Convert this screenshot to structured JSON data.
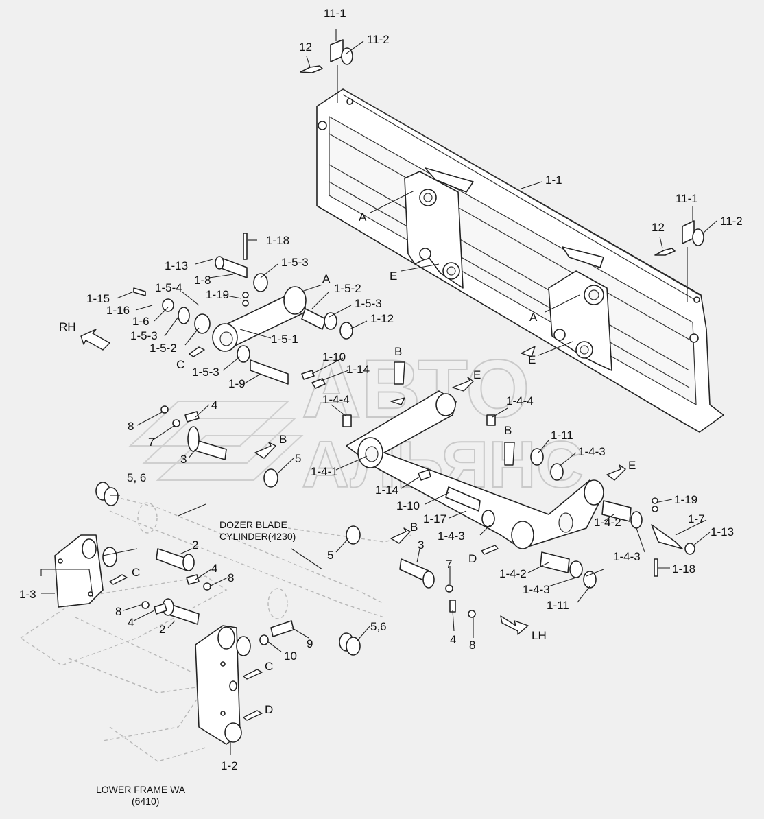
{
  "watermark": {
    "line1": "АВТО",
    "line2": "АЛЬЯНС"
  },
  "notes": {
    "cylinder_line1": "DOZER BLADE",
    "cylinder_line2": "CYLINDER(4230)",
    "frame_line1": "LOWER FRAME WA",
    "frame_line2": "(6410)"
  },
  "directions": {
    "rh": "RH",
    "lh": "LH"
  },
  "labels": [
    {
      "id": "l01",
      "text": "11-1"
    },
    {
      "id": "l02",
      "text": "11-2"
    },
    {
      "id": "l03",
      "text": "12"
    },
    {
      "id": "l04",
      "text": "1-1"
    },
    {
      "id": "l05",
      "text": "11-1"
    },
    {
      "id": "l06",
      "text": "11-2"
    },
    {
      "id": "l07",
      "text": "12"
    },
    {
      "id": "l08",
      "text": "A"
    },
    {
      "id": "l09",
      "text": "E"
    },
    {
      "id": "l10",
      "text": "A"
    },
    {
      "id": "l11",
      "text": "E"
    },
    {
      "id": "l12",
      "text": "1-18"
    },
    {
      "id": "l13",
      "text": "1-13"
    },
    {
      "id": "l14",
      "text": "1-5-3"
    },
    {
      "id": "l15",
      "text": "1-8"
    },
    {
      "id": "l16",
      "text": "A"
    },
    {
      "id": "l17",
      "text": "1-15"
    },
    {
      "id": "l18",
      "text": "1-19"
    },
    {
      "id": "l19",
      "text": "1-5-4"
    },
    {
      "id": "l20",
      "text": "1-5-2"
    },
    {
      "id": "l21",
      "text": "1-16"
    },
    {
      "id": "l22",
      "text": "1-5-3"
    },
    {
      "id": "l23",
      "text": "1-6"
    },
    {
      "id": "l24",
      "text": "1-12"
    },
    {
      "id": "l25",
      "text": "1-5-3"
    },
    {
      "id": "l26",
      "text": "1-5-1"
    },
    {
      "id": "l27",
      "text": "1-5-2"
    },
    {
      "id": "l28",
      "text": "C"
    },
    {
      "id": "l29",
      "text": "1-5-3"
    },
    {
      "id": "l30",
      "text": "1-10"
    },
    {
      "id": "l31",
      "text": "B"
    },
    {
      "id": "l32",
      "text": "1-14"
    },
    {
      "id": "l33",
      "text": "1-9"
    },
    {
      "id": "l34",
      "text": "E"
    },
    {
      "id": "l35",
      "text": "1-4-4"
    },
    {
      "id": "l36",
      "text": "1-4-4"
    },
    {
      "id": "l37",
      "text": "4"
    },
    {
      "id": "l38",
      "text": "8"
    },
    {
      "id": "l39",
      "text": "7"
    },
    {
      "id": "l40",
      "text": "B"
    },
    {
      "id": "l41",
      "text": "B"
    },
    {
      "id": "l42",
      "text": "1-11"
    },
    {
      "id": "l43",
      "text": "3"
    },
    {
      "id": "l44",
      "text": "1-4-3"
    },
    {
      "id": "l45",
      "text": "5"
    },
    {
      "id": "l46",
      "text": "E"
    },
    {
      "id": "l47",
      "text": "1-4-1"
    },
    {
      "id": "l48",
      "text": "5, 6"
    },
    {
      "id": "l49",
      "text": "1-14"
    },
    {
      "id": "l50",
      "text": "1-10"
    },
    {
      "id": "l51",
      "text": "1-19"
    },
    {
      "id": "l52",
      "text": "1-17"
    },
    {
      "id": "l53",
      "text": "1-7"
    },
    {
      "id": "l54",
      "text": "1-4-3"
    },
    {
      "id": "l55",
      "text": "1-4-2"
    },
    {
      "id": "l56",
      "text": "1-13"
    },
    {
      "id": "l57",
      "text": "B"
    },
    {
      "id": "l58",
      "text": "1-4-3"
    },
    {
      "id": "l59",
      "text": "2"
    },
    {
      "id": "l60",
      "text": "D"
    },
    {
      "id": "l61",
      "text": "5"
    },
    {
      "id": "l62",
      "text": "3"
    },
    {
      "id": "l63",
      "text": "1-18"
    },
    {
      "id": "l64",
      "text": "4"
    },
    {
      "id": "l65",
      "text": "7"
    },
    {
      "id": "l66",
      "text": "1-4-2"
    },
    {
      "id": "l67",
      "text": "C"
    },
    {
      "id": "l68",
      "text": "1-4-3"
    },
    {
      "id": "l69",
      "text": "8"
    },
    {
      "id": "l70",
      "text": "1-3"
    },
    {
      "id": "l71",
      "text": "1-11"
    },
    {
      "id": "l72",
      "text": "8"
    },
    {
      "id": "l73",
      "text": "4"
    },
    {
      "id": "l74",
      "text": "2"
    },
    {
      "id": "l75",
      "text": "5,6"
    },
    {
      "id": "l76",
      "text": "9"
    },
    {
      "id": "l77",
      "text": "4"
    },
    {
      "id": "l78",
      "text": "8"
    },
    {
      "id": "l79",
      "text": "10"
    },
    {
      "id": "l80",
      "text": "C"
    },
    {
      "id": "l81",
      "text": "D"
    },
    {
      "id": "l82",
      "text": "1-2"
    }
  ]
}
